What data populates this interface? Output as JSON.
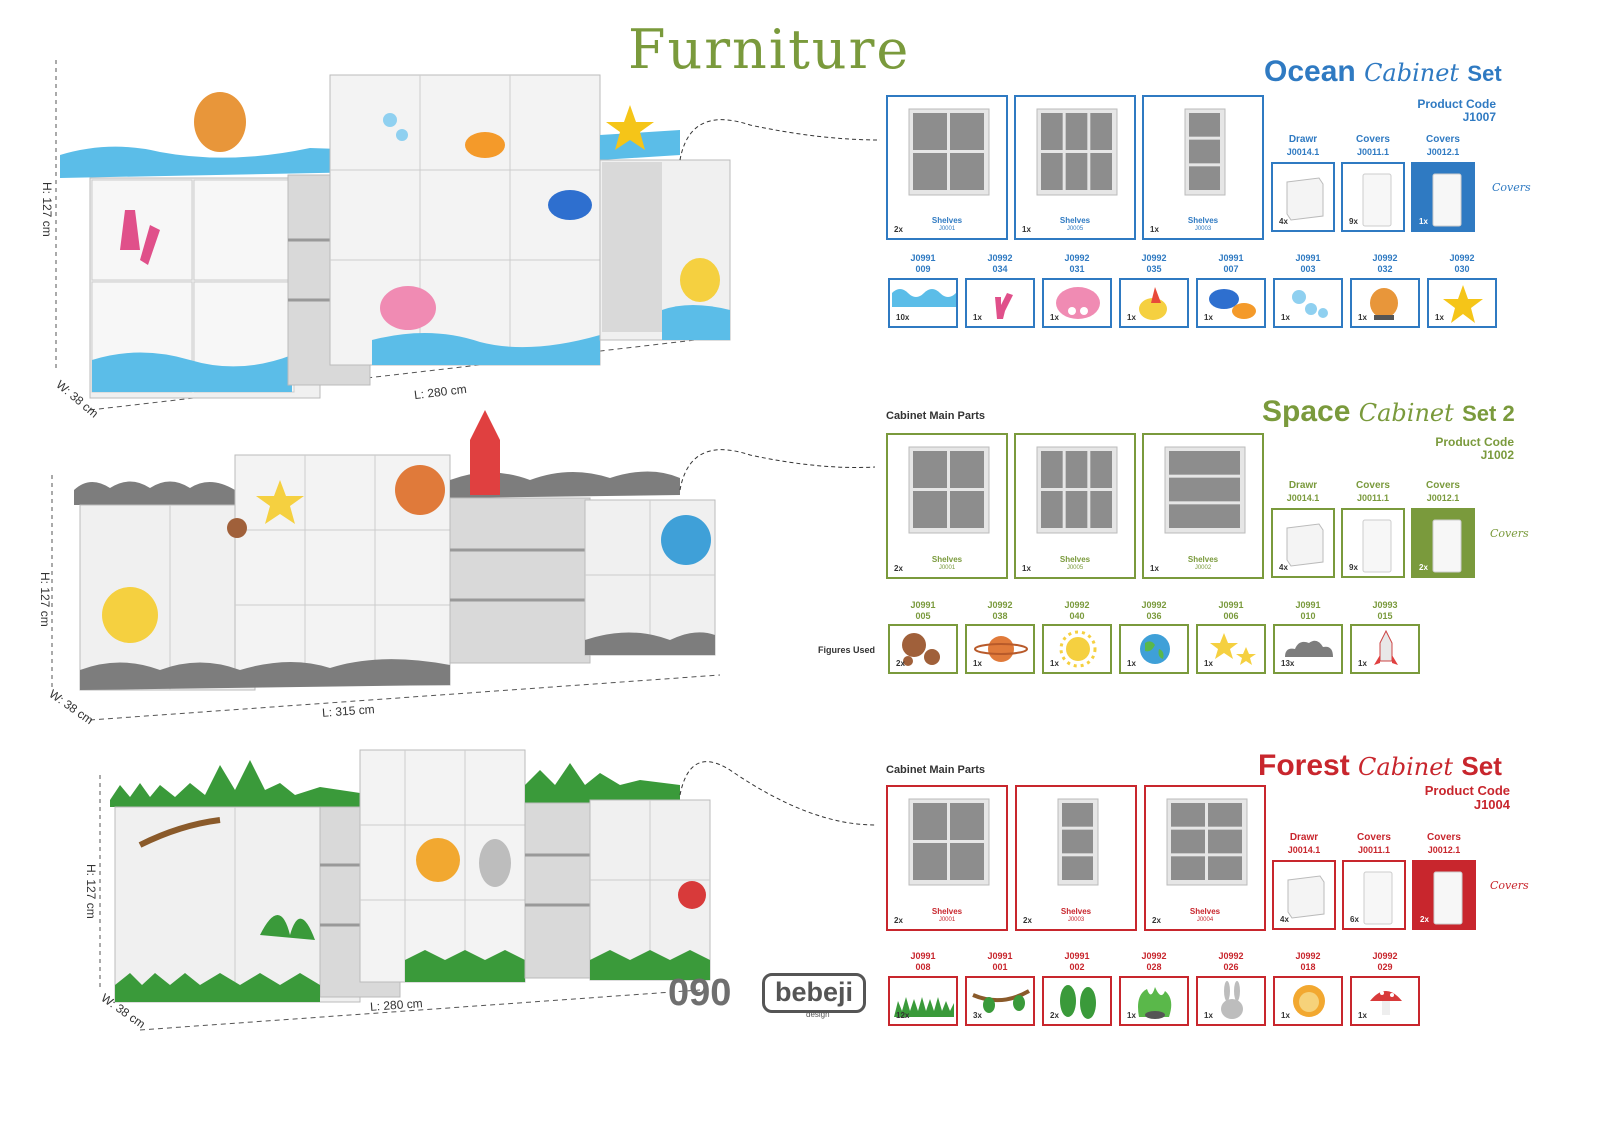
{
  "title": "Furniture",
  "colors": {
    "ocean": "#2f7ac2",
    "space": "#7a9a3c",
    "forest": "#c8262d",
    "title": "#7a9a3c"
  },
  "ocean": {
    "name": "Ocean",
    "cabinet": "Cabinet",
    "set": "Set",
    "product_code_label": "Product Code",
    "product_code": "J1007",
    "dims": {
      "h": "H: 127 cm",
      "w": "W: 38 cm",
      "l": "L: 280 cm"
    },
    "shelves": [
      {
        "count": "2x",
        "label": "Shelves",
        "code": "J0001"
      },
      {
        "count": "1x",
        "label": "Shelves",
        "code": "J0005"
      },
      {
        "count": "1x",
        "label": "Shelves",
        "code": "J0003"
      }
    ],
    "parts": [
      {
        "label": "Drawr",
        "code": "J0014.1",
        "count": "4x"
      },
      {
        "label": "Covers",
        "code": "J0011.1",
        "count": "9x"
      },
      {
        "label": "Covers",
        "code": "J0012.1",
        "count": "1x"
      }
    ],
    "covers_side": "Covers",
    "figures": [
      {
        "code": "J0991",
        "num": "009",
        "count": "10x",
        "icon": "wave-icon"
      },
      {
        "code": "J0992",
        "num": "034",
        "count": "1x",
        "icon": "coral-icon"
      },
      {
        "code": "J0992",
        "num": "031",
        "count": "1x",
        "icon": "shell-icon"
      },
      {
        "code": "J0992",
        "num": "035",
        "count": "1x",
        "icon": "seashell-icon"
      },
      {
        "code": "J0991",
        "num": "007",
        "count": "1x",
        "icon": "fish-icon"
      },
      {
        "code": "J0991",
        "num": "003",
        "count": "1x",
        "icon": "bubbles-icon"
      },
      {
        "code": "J0992",
        "num": "032",
        "count": "1x",
        "icon": "sponge-icon"
      },
      {
        "code": "J0992",
        "num": "030",
        "count": "1x",
        "icon": "starfish-icon"
      }
    ]
  },
  "space": {
    "name": "Space",
    "cabinet": "Cabinet",
    "set": "Set 2",
    "product_code_label": "Product Code",
    "product_code": "J1002",
    "main_parts": "Cabinet Main Parts",
    "figures_used": "Figures Used",
    "dims": {
      "h": "H: 127 cm",
      "w": "W: 38 cm",
      "l": "L: 315 cm"
    },
    "shelves": [
      {
        "count": "2x",
        "label": "Shelves",
        "code": "J0001"
      },
      {
        "count": "1x",
        "label": "Shelves",
        "code": "J0005"
      },
      {
        "count": "1x",
        "label": "Shelves",
        "code": "J0002"
      }
    ],
    "parts": [
      {
        "label": "Drawr",
        "code": "J0014.1",
        "count": "4x"
      },
      {
        "label": "Covers",
        "code": "J0011.1",
        "count": "9x"
      },
      {
        "label": "Covers",
        "code": "J0012.1",
        "count": "2x"
      }
    ],
    "covers_side": "Covers",
    "figures": [
      {
        "code": "J0991",
        "num": "005",
        "count": "2x",
        "icon": "meteor-icon"
      },
      {
        "code": "J0992",
        "num": "038",
        "count": "1x",
        "icon": "planet-icon"
      },
      {
        "code": "J0992",
        "num": "040",
        "count": "1x",
        "icon": "sun-icon"
      },
      {
        "code": "J0992",
        "num": "036",
        "count": "1x",
        "icon": "earth-icon"
      },
      {
        "code": "J0991",
        "num": "006",
        "count": "1x",
        "icon": "stars-icon"
      },
      {
        "code": "J0991",
        "num": "010",
        "count": "13x",
        "icon": "cloud-icon"
      },
      {
        "code": "J0993",
        "num": "015",
        "count": "1x",
        "icon": "rocket-icon"
      }
    ]
  },
  "forest": {
    "name": "Forest",
    "cabinet": "Cabinet",
    "set": "Set",
    "product_code_label": "Product Code",
    "product_code": "J1004",
    "main_parts": "Cabinet Main Parts",
    "dims": {
      "h": "H: 127 cm",
      "w": "W: 38 cm",
      "l": "L: 280 cm"
    },
    "shelves": [
      {
        "count": "2x",
        "label": "Shelves",
        "code": "J0001"
      },
      {
        "count": "2x",
        "label": "Shelves",
        "code": "J0003"
      },
      {
        "count": "2x",
        "label": "Shelves",
        "code": "J0004"
      }
    ],
    "parts": [
      {
        "label": "Drawr",
        "code": "J0014.1",
        "count": "4x"
      },
      {
        "label": "Covers",
        "code": "J0011.1",
        "count": "6x"
      },
      {
        "label": "Covers",
        "code": "J0012.1",
        "count": "2x"
      }
    ],
    "covers_side": "Covers",
    "figures": [
      {
        "code": "J0991",
        "num": "008",
        "count": "12x",
        "icon": "grass-icon"
      },
      {
        "code": "J0991",
        "num": "001",
        "count": "3x",
        "icon": "branch-icon"
      },
      {
        "code": "J0991",
        "num": "002",
        "count": "2x",
        "icon": "leaves-icon"
      },
      {
        "code": "J0992",
        "num": "028",
        "count": "1x",
        "icon": "bush-icon"
      },
      {
        "code": "J0992",
        "num": "026",
        "count": "1x",
        "icon": "rabbit-icon"
      },
      {
        "code": "J0992",
        "num": "018",
        "count": "1x",
        "icon": "lion-icon"
      },
      {
        "code": "J0992",
        "num": "029",
        "count": "1x",
        "icon": "mushroom-icon"
      }
    ]
  },
  "brand": {
    "number": "090",
    "name": "bebeji",
    "sub": "design"
  }
}
